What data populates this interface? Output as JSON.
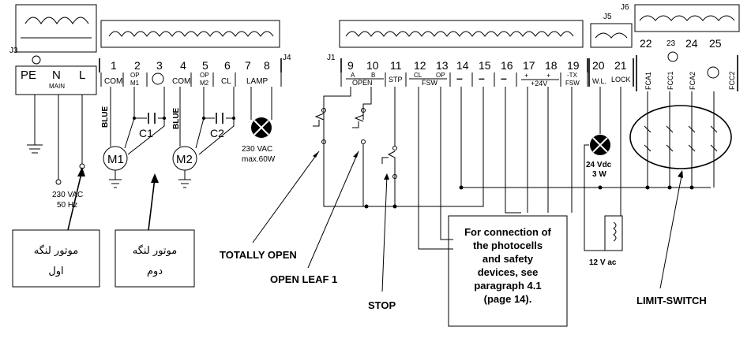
{
  "connectors": {
    "j3": "J3",
    "j4": "J4",
    "j1": "J1",
    "j5": "J5",
    "j6": "J6"
  },
  "main_block": {
    "pe": "PE",
    "n": "N",
    "l": "L",
    "main": "MAIN"
  },
  "j4_terminals": {
    "numbers": [
      "1",
      "2",
      "3",
      "4",
      "5",
      "6",
      "7",
      "8"
    ],
    "com1": "COM",
    "op_m1_a": "OP",
    "op_m1_b": "M1",
    "com2": "COM",
    "op_m2_a": "OP",
    "op_m2_b": "M2",
    "cl": "CL",
    "lamp": "LAMP"
  },
  "j1_terminals": {
    "numbers": [
      "9",
      "10",
      "11",
      "12",
      "13",
      "14",
      "15",
      "16",
      "17",
      "18",
      "19"
    ],
    "a": "A",
    "b": "B",
    "open": "OPEN",
    "stp": "STP",
    "cl": "CL",
    "op": "OP",
    "fsw": "FSW",
    "minus1": "–",
    "minus2": "–",
    "minus3": "–",
    "plus1": "+",
    "plus2": "+",
    "plus24v": "+24V",
    "tx": "-TX",
    "fsw2": "FSW"
  },
  "j5_terminals": {
    "numbers": [
      "20",
      "21"
    ],
    "wl": "W.L.",
    "lock": "LOCK"
  },
  "j6_terminals": {
    "numbers": [
      "22",
      "23",
      "24",
      "25"
    ],
    "labels": [
      "FCA1",
      "FCC1",
      "FCA2",
      "FCC2"
    ]
  },
  "components": {
    "blue1": "BLUE",
    "blue2": "BLUE",
    "m1": "M1",
    "m2": "M2",
    "c1": "C1",
    "c2": "C2",
    "lamp_spec1": "230 VAC",
    "lamp_spec2": "max.60W",
    "supply1": "230 VAC",
    "supply2": "50 Hz",
    "wl_spec1": "24 Vdc",
    "wl_spec2": "3 W",
    "lock_spec": "12 V ac"
  },
  "callouts": {
    "totally_open": "TOTALLY OPEN",
    "open_leaf": "OPEN LEAF 1",
    "stop": "STOP",
    "limit_switch": "LIMIT-SWITCH",
    "note": [
      "For connection of",
      "the photocells",
      "and safety",
      "devices, see",
      "paragraph 4.1",
      "(page 14)."
    ],
    "motor1": [
      "موتور لنگه",
      "اول"
    ],
    "motor2": [
      "موتور لنگه",
      "دوم"
    ]
  }
}
